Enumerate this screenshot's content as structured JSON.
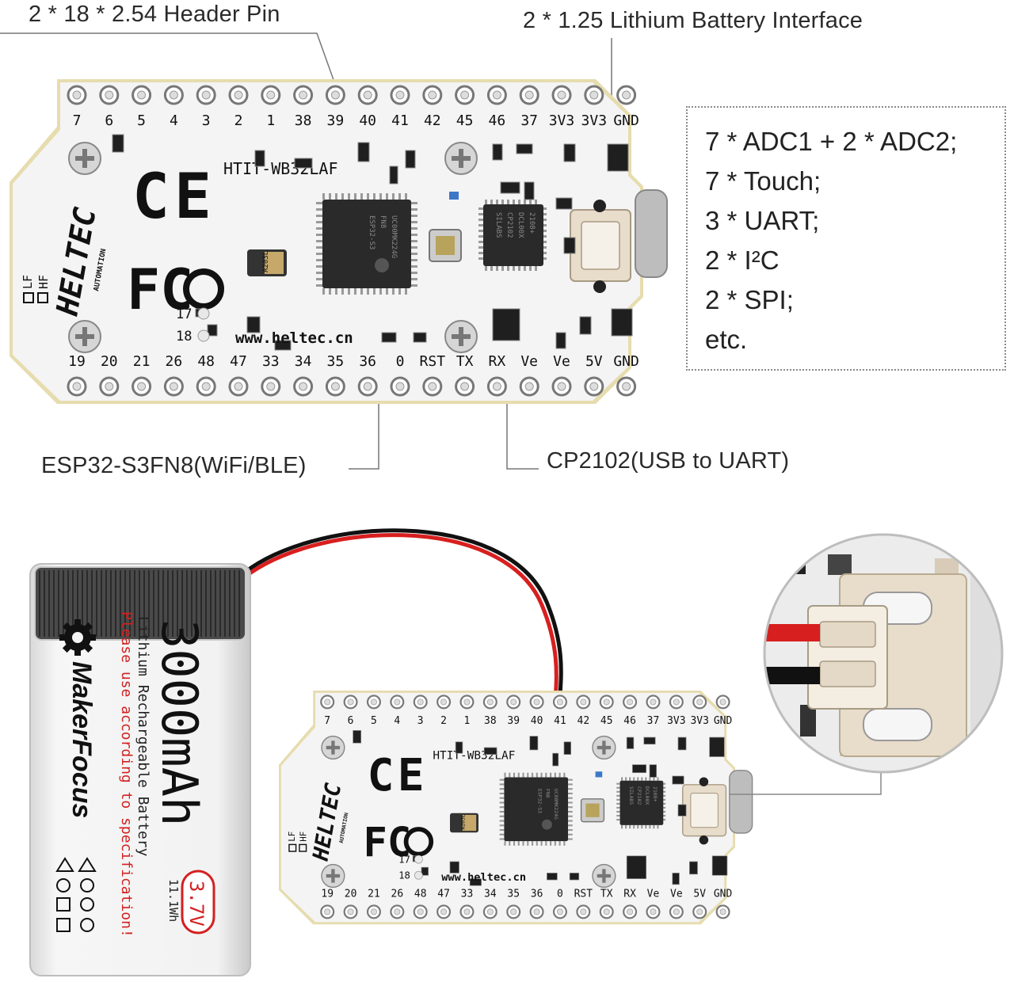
{
  "callouts": {
    "header_pin": "2 * 18 * 2.54 Header Pin",
    "battery_interface": "2 * 1.25 Lithium Battery Interface",
    "esp32": "ESP32-S3FN8(WiFi/BLE)",
    "cp2102": "CP2102(USB to UART)"
  },
  "spec_lines": [
    "7 * ADC1 + 2 * ADC2;",
    "7 * Touch;",
    "3 * UART;",
    "2 * I²C",
    "2 * SPI;",
    "etc."
  ],
  "board": {
    "model": "HTIT-WB32LAF",
    "brand": "HELTEC",
    "brand_sub": "AUTOMATION",
    "website": "www.heltec.cn",
    "ce_mark": "CE",
    "fcc_mark": "FC",
    "top_pins": [
      "7",
      "6",
      "5",
      "4",
      "3",
      "2",
      "1",
      "38",
      "39",
      "40",
      "41",
      "42",
      "45",
      "46",
      "37",
      "3V3",
      "3V3",
      "GND"
    ],
    "bottom_pins": [
      "19",
      "20",
      "21",
      "26",
      "48",
      "47",
      "33",
      "34",
      "35",
      "36",
      "0",
      "RST",
      "TX",
      "RX",
      "Ve",
      "Ve",
      "5V",
      "GND"
    ],
    "lf_label": "LF",
    "hf_label": "HF",
    "label_17": "17",
    "label_18": "18",
    "chip_esp_text": [
      "ESP32-S3",
      "FN8",
      "UC00MK224G"
    ],
    "chip_cp_text": [
      "SILABS",
      "CP2102",
      "DCL00X",
      "2108+"
    ],
    "inductor_label": "A203L"
  },
  "battery": {
    "capacity": "3000mAh",
    "type": "Lithium Rechargeable Battery",
    "warning": "Please use according to specification!",
    "brand": "MakerFocus",
    "voltage": "3.7V",
    "energy": "11.1Wh"
  },
  "colors": {
    "pcb": "#f4f4f4",
    "pcb_edge": "#e6dcae",
    "chip": "#2a2a2a",
    "wire_red": "#d81f1f",
    "wire_black": "#111111",
    "warning_red": "#d32020",
    "connector": "#e8dccb"
  }
}
